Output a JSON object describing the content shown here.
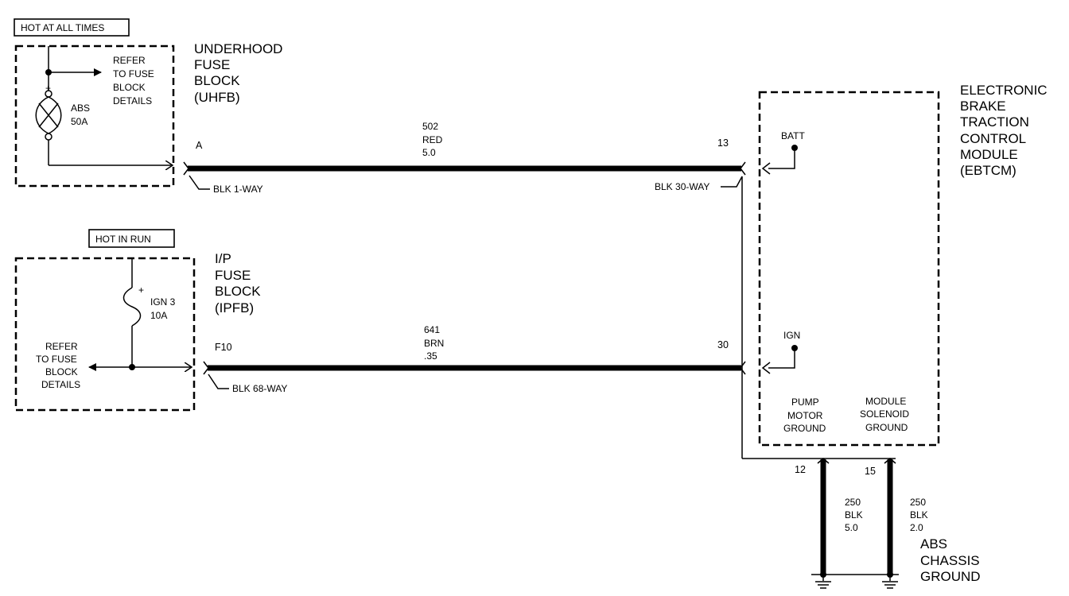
{
  "uhfb": {
    "tag": "HOT AT ALL TIMES",
    "title": [
      "UNDERHOOD",
      "FUSE",
      "BLOCK",
      "(UHFB)"
    ],
    "refer": [
      "REFER",
      "TO FUSE",
      "BLOCK",
      "DETAILS"
    ],
    "fuse_name": "ABS",
    "fuse_rating": "50A",
    "fuse_polarity": "+",
    "terminal": "A",
    "connector": "BLK 1-WAY"
  },
  "ipfb": {
    "tag": "HOT IN RUN",
    "title": [
      "I/P",
      "FUSE",
      "BLOCK",
      "(IPFB)"
    ],
    "refer": [
      "REFER",
      "TO FUSE",
      "BLOCK",
      "DETAILS"
    ],
    "fuse_name": "IGN 3",
    "fuse_rating": "10A",
    "fuse_polarity": "+",
    "terminal": "F10",
    "connector": "BLK 68-WAY"
  },
  "wires": {
    "batt_circuit": [
      "502",
      "RED",
      "5.0"
    ],
    "ign_circuit": [
      "641",
      "BRN",
      ".35"
    ],
    "ground_1": [
      "250",
      "BLK",
      "5.0"
    ],
    "ground_2": [
      "250",
      "BLK",
      "2.0"
    ]
  },
  "ebtcm": {
    "title": [
      "ELECTRONIC",
      "BRAKE",
      "TRACTION",
      "CONTROL",
      "MODULE",
      "(EBTCM)"
    ],
    "batt_label": "BATT",
    "ign_label": "IGN",
    "pin_batt": "13",
    "pin_ign": "30",
    "connector": "BLK 30-WAY",
    "pump_ground": [
      "PUMP",
      "MOTOR",
      "GROUND"
    ],
    "module_ground": [
      "MODULE",
      "SOLENOID",
      "GROUND"
    ],
    "pin_gnd_1": "12",
    "pin_gnd_2": "15"
  },
  "ground": {
    "label": [
      "ABS",
      "CHASSIS",
      "GROUND"
    ]
  }
}
